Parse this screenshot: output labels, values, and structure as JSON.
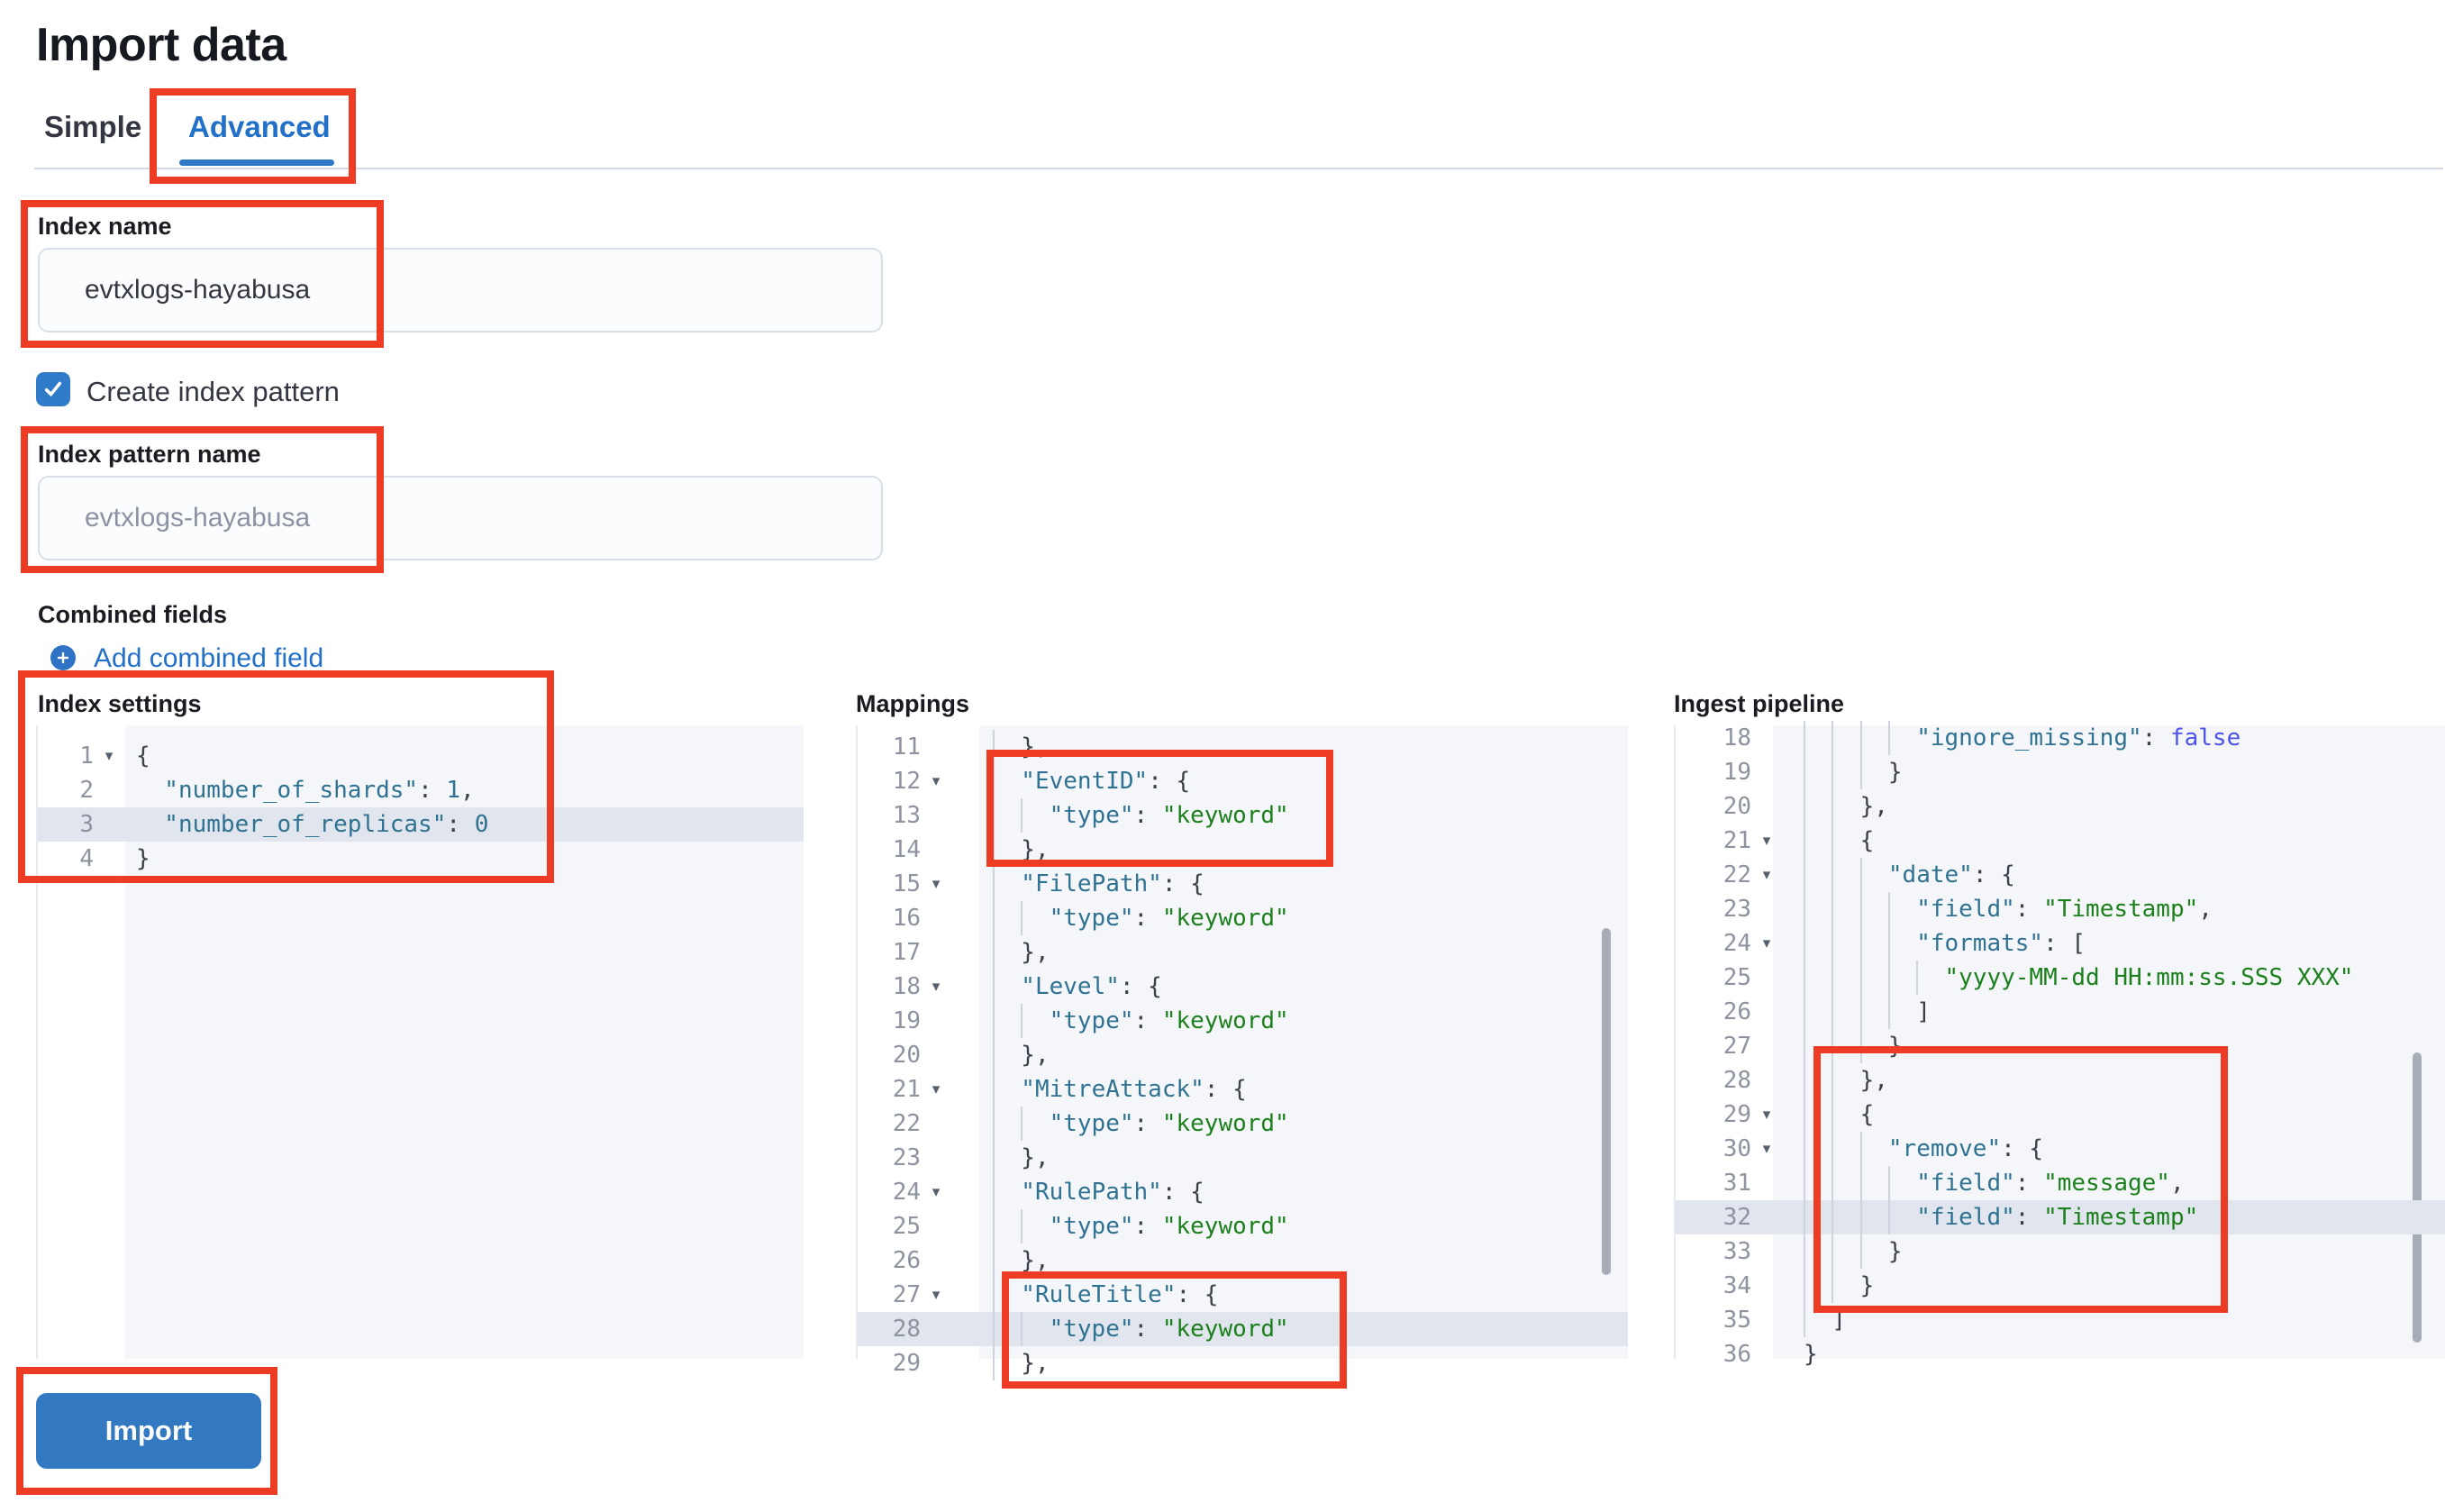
{
  "page": {
    "title": "Import data"
  },
  "tabs": [
    {
      "label": "Simple",
      "active": false
    },
    {
      "label": "Advanced",
      "active": true
    }
  ],
  "form": {
    "index_name": {
      "label": "Index name",
      "value": "evtxlogs-hayabusa"
    },
    "create_index_pattern": {
      "label": "Create index pattern",
      "checked": true
    },
    "index_pattern_name": {
      "label": "Index pattern name",
      "placeholder": "evtxlogs-hayabusa"
    },
    "combined_fields": {
      "label": "Combined fields",
      "add_link": "Add combined field"
    }
  },
  "import_button": {
    "label": "Import"
  },
  "colors": {
    "annotation_red": "#ee3c24",
    "primary_blue": "#3279c2",
    "link_blue": "#2270c8",
    "editor_bg": "#f5f6fa",
    "active_line": "#e1e5ed",
    "code_key": "#2f7291",
    "code_string": "#1c801c",
    "code_bool": "#4d53e8"
  },
  "editors": [
    {
      "id": "settings",
      "label": "Index settings",
      "guides": false,
      "lines": [
        {
          "num": "1",
          "fold": true,
          "ind": 0,
          "seg": [
            [
              "p",
              "{"
            ]
          ]
        },
        {
          "num": "2",
          "ind": 2,
          "seg": [
            [
              "k",
              "\"number_of_shards\""
            ],
            [
              "p",
              ": "
            ],
            [
              "n",
              "1"
            ],
            [
              "p",
              ","
            ]
          ]
        },
        {
          "num": "3",
          "ind": 2,
          "active": true,
          "seg": [
            [
              "k",
              "\"number_of_replicas\""
            ],
            [
              "p",
              ": "
            ],
            [
              "n",
              "0"
            ]
          ]
        },
        {
          "num": "4",
          "ind": 0,
          "seg": [
            [
              "p",
              "}"
            ]
          ]
        }
      ]
    },
    {
      "id": "mappings",
      "label": "Mappings",
      "guides": true,
      "lines": [
        {
          "num": "11",
          "ind": 2,
          "seg": [
            [
              "p",
              "},"
            ]
          ]
        },
        {
          "num": "12",
          "fold": true,
          "ind": 2,
          "seg": [
            [
              "k",
              "\"EventID\""
            ],
            [
              "p",
              ": {"
            ]
          ]
        },
        {
          "num": "13",
          "ind": 4,
          "seg": [
            [
              "k",
              "\"type\""
            ],
            [
              "p",
              ": "
            ],
            [
              "s",
              "\"keyword\""
            ]
          ]
        },
        {
          "num": "14",
          "ind": 2,
          "seg": [
            [
              "p",
              "},"
            ]
          ]
        },
        {
          "num": "15",
          "fold": true,
          "ind": 2,
          "seg": [
            [
              "k",
              "\"FilePath\""
            ],
            [
              "p",
              ": {"
            ]
          ]
        },
        {
          "num": "16",
          "ind": 4,
          "seg": [
            [
              "k",
              "\"type\""
            ],
            [
              "p",
              ": "
            ],
            [
              "s",
              "\"keyword\""
            ]
          ]
        },
        {
          "num": "17",
          "ind": 2,
          "seg": [
            [
              "p",
              "},"
            ]
          ]
        },
        {
          "num": "18",
          "fold": true,
          "ind": 2,
          "seg": [
            [
              "k",
              "\"Level\""
            ],
            [
              "p",
              ": {"
            ]
          ]
        },
        {
          "num": "19",
          "ind": 4,
          "seg": [
            [
              "k",
              "\"type\""
            ],
            [
              "p",
              ": "
            ],
            [
              "s",
              "\"keyword\""
            ]
          ]
        },
        {
          "num": "20",
          "ind": 2,
          "seg": [
            [
              "p",
              "},"
            ]
          ]
        },
        {
          "num": "21",
          "fold": true,
          "ind": 2,
          "seg": [
            [
              "k",
              "\"MitreAttack\""
            ],
            [
              "p",
              ": {"
            ]
          ]
        },
        {
          "num": "22",
          "ind": 4,
          "seg": [
            [
              "k",
              "\"type\""
            ],
            [
              "p",
              ": "
            ],
            [
              "s",
              "\"keyword\""
            ]
          ]
        },
        {
          "num": "23",
          "ind": 2,
          "seg": [
            [
              "p",
              "},"
            ]
          ]
        },
        {
          "num": "24",
          "fold": true,
          "ind": 2,
          "seg": [
            [
              "k",
              "\"RulePath\""
            ],
            [
              "p",
              ": {"
            ]
          ]
        },
        {
          "num": "25",
          "ind": 4,
          "seg": [
            [
              "k",
              "\"type\""
            ],
            [
              "p",
              ": "
            ],
            [
              "s",
              "\"keyword\""
            ]
          ]
        },
        {
          "num": "26",
          "ind": 2,
          "seg": [
            [
              "p",
              "},"
            ]
          ]
        },
        {
          "num": "27",
          "fold": true,
          "ind": 2,
          "seg": [
            [
              "k",
              "\"RuleTitle\""
            ],
            [
              "p",
              ": {"
            ]
          ]
        },
        {
          "num": "28",
          "ind": 4,
          "active": true,
          "seg": [
            [
              "k",
              "\"type\""
            ],
            [
              "p",
              ": "
            ],
            [
              "s",
              "\"keyword\""
            ]
          ]
        },
        {
          "num": "29",
          "ind": 2,
          "seg": [
            [
              "p",
              "},"
            ]
          ]
        }
      ]
    },
    {
      "id": "ingest",
      "label": "Ingest pipeline",
      "guides": true,
      "lines": [
        {
          "num": "18",
          "ind": 8,
          "seg": [
            [
              "k",
              "\"ignore_missing\""
            ],
            [
              "p",
              ": "
            ],
            [
              "b",
              "false"
            ]
          ]
        },
        {
          "num": "19",
          "ind": 6,
          "seg": [
            [
              "p",
              "}"
            ]
          ]
        },
        {
          "num": "20",
          "ind": 4,
          "seg": [
            [
              "p",
              "},"
            ]
          ]
        },
        {
          "num": "21",
          "fold": true,
          "ind": 4,
          "seg": [
            [
              "p",
              "{"
            ]
          ]
        },
        {
          "num": "22",
          "fold": true,
          "ind": 6,
          "seg": [
            [
              "k",
              "\"date\""
            ],
            [
              "p",
              ": {"
            ]
          ]
        },
        {
          "num": "23",
          "ind": 8,
          "seg": [
            [
              "k",
              "\"field\""
            ],
            [
              "p",
              ": "
            ],
            [
              "s",
              "\"Timestamp\""
            ],
            [
              "p",
              ","
            ]
          ]
        },
        {
          "num": "24",
          "fold": true,
          "ind": 8,
          "seg": [
            [
              "k",
              "\"formats\""
            ],
            [
              "p",
              ": ["
            ]
          ]
        },
        {
          "num": "25",
          "ind": 10,
          "seg": [
            [
              "s",
              "\"yyyy-MM-dd HH:mm:ss.SSS XXX\""
            ]
          ]
        },
        {
          "num": "26",
          "ind": 8,
          "seg": [
            [
              "p",
              "]"
            ]
          ]
        },
        {
          "num": "27",
          "ind": 6,
          "seg": [
            [
              "p",
              "}"
            ]
          ]
        },
        {
          "num": "28",
          "ind": 4,
          "seg": [
            [
              "p",
              "},"
            ]
          ]
        },
        {
          "num": "29",
          "fold": true,
          "ind": 4,
          "seg": [
            [
              "p",
              "{"
            ]
          ]
        },
        {
          "num": "30",
          "fold": true,
          "ind": 6,
          "seg": [
            [
              "k",
              "\"remove\""
            ],
            [
              "p",
              ": {"
            ]
          ]
        },
        {
          "num": "31",
          "ind": 8,
          "seg": [
            [
              "k",
              "\"field\""
            ],
            [
              "p",
              ": "
            ],
            [
              "s",
              "\"message\""
            ],
            [
              "p",
              ","
            ]
          ]
        },
        {
          "num": "32",
          "ind": 8,
          "active": true,
          "seg": [
            [
              "k",
              "\"field\""
            ],
            [
              "p",
              ": "
            ],
            [
              "s",
              "\"Timestamp\""
            ]
          ]
        },
        {
          "num": "33",
          "ind": 6,
          "seg": [
            [
              "p",
              "}"
            ]
          ]
        },
        {
          "num": "34",
          "ind": 4,
          "seg": [
            [
              "p",
              "}"
            ]
          ]
        },
        {
          "num": "35",
          "ind": 2,
          "seg": [
            [
              "p",
              "]"
            ]
          ]
        },
        {
          "num": "36",
          "ind": 0,
          "seg": [
            [
              "p",
              "}"
            ]
          ]
        }
      ]
    }
  ]
}
